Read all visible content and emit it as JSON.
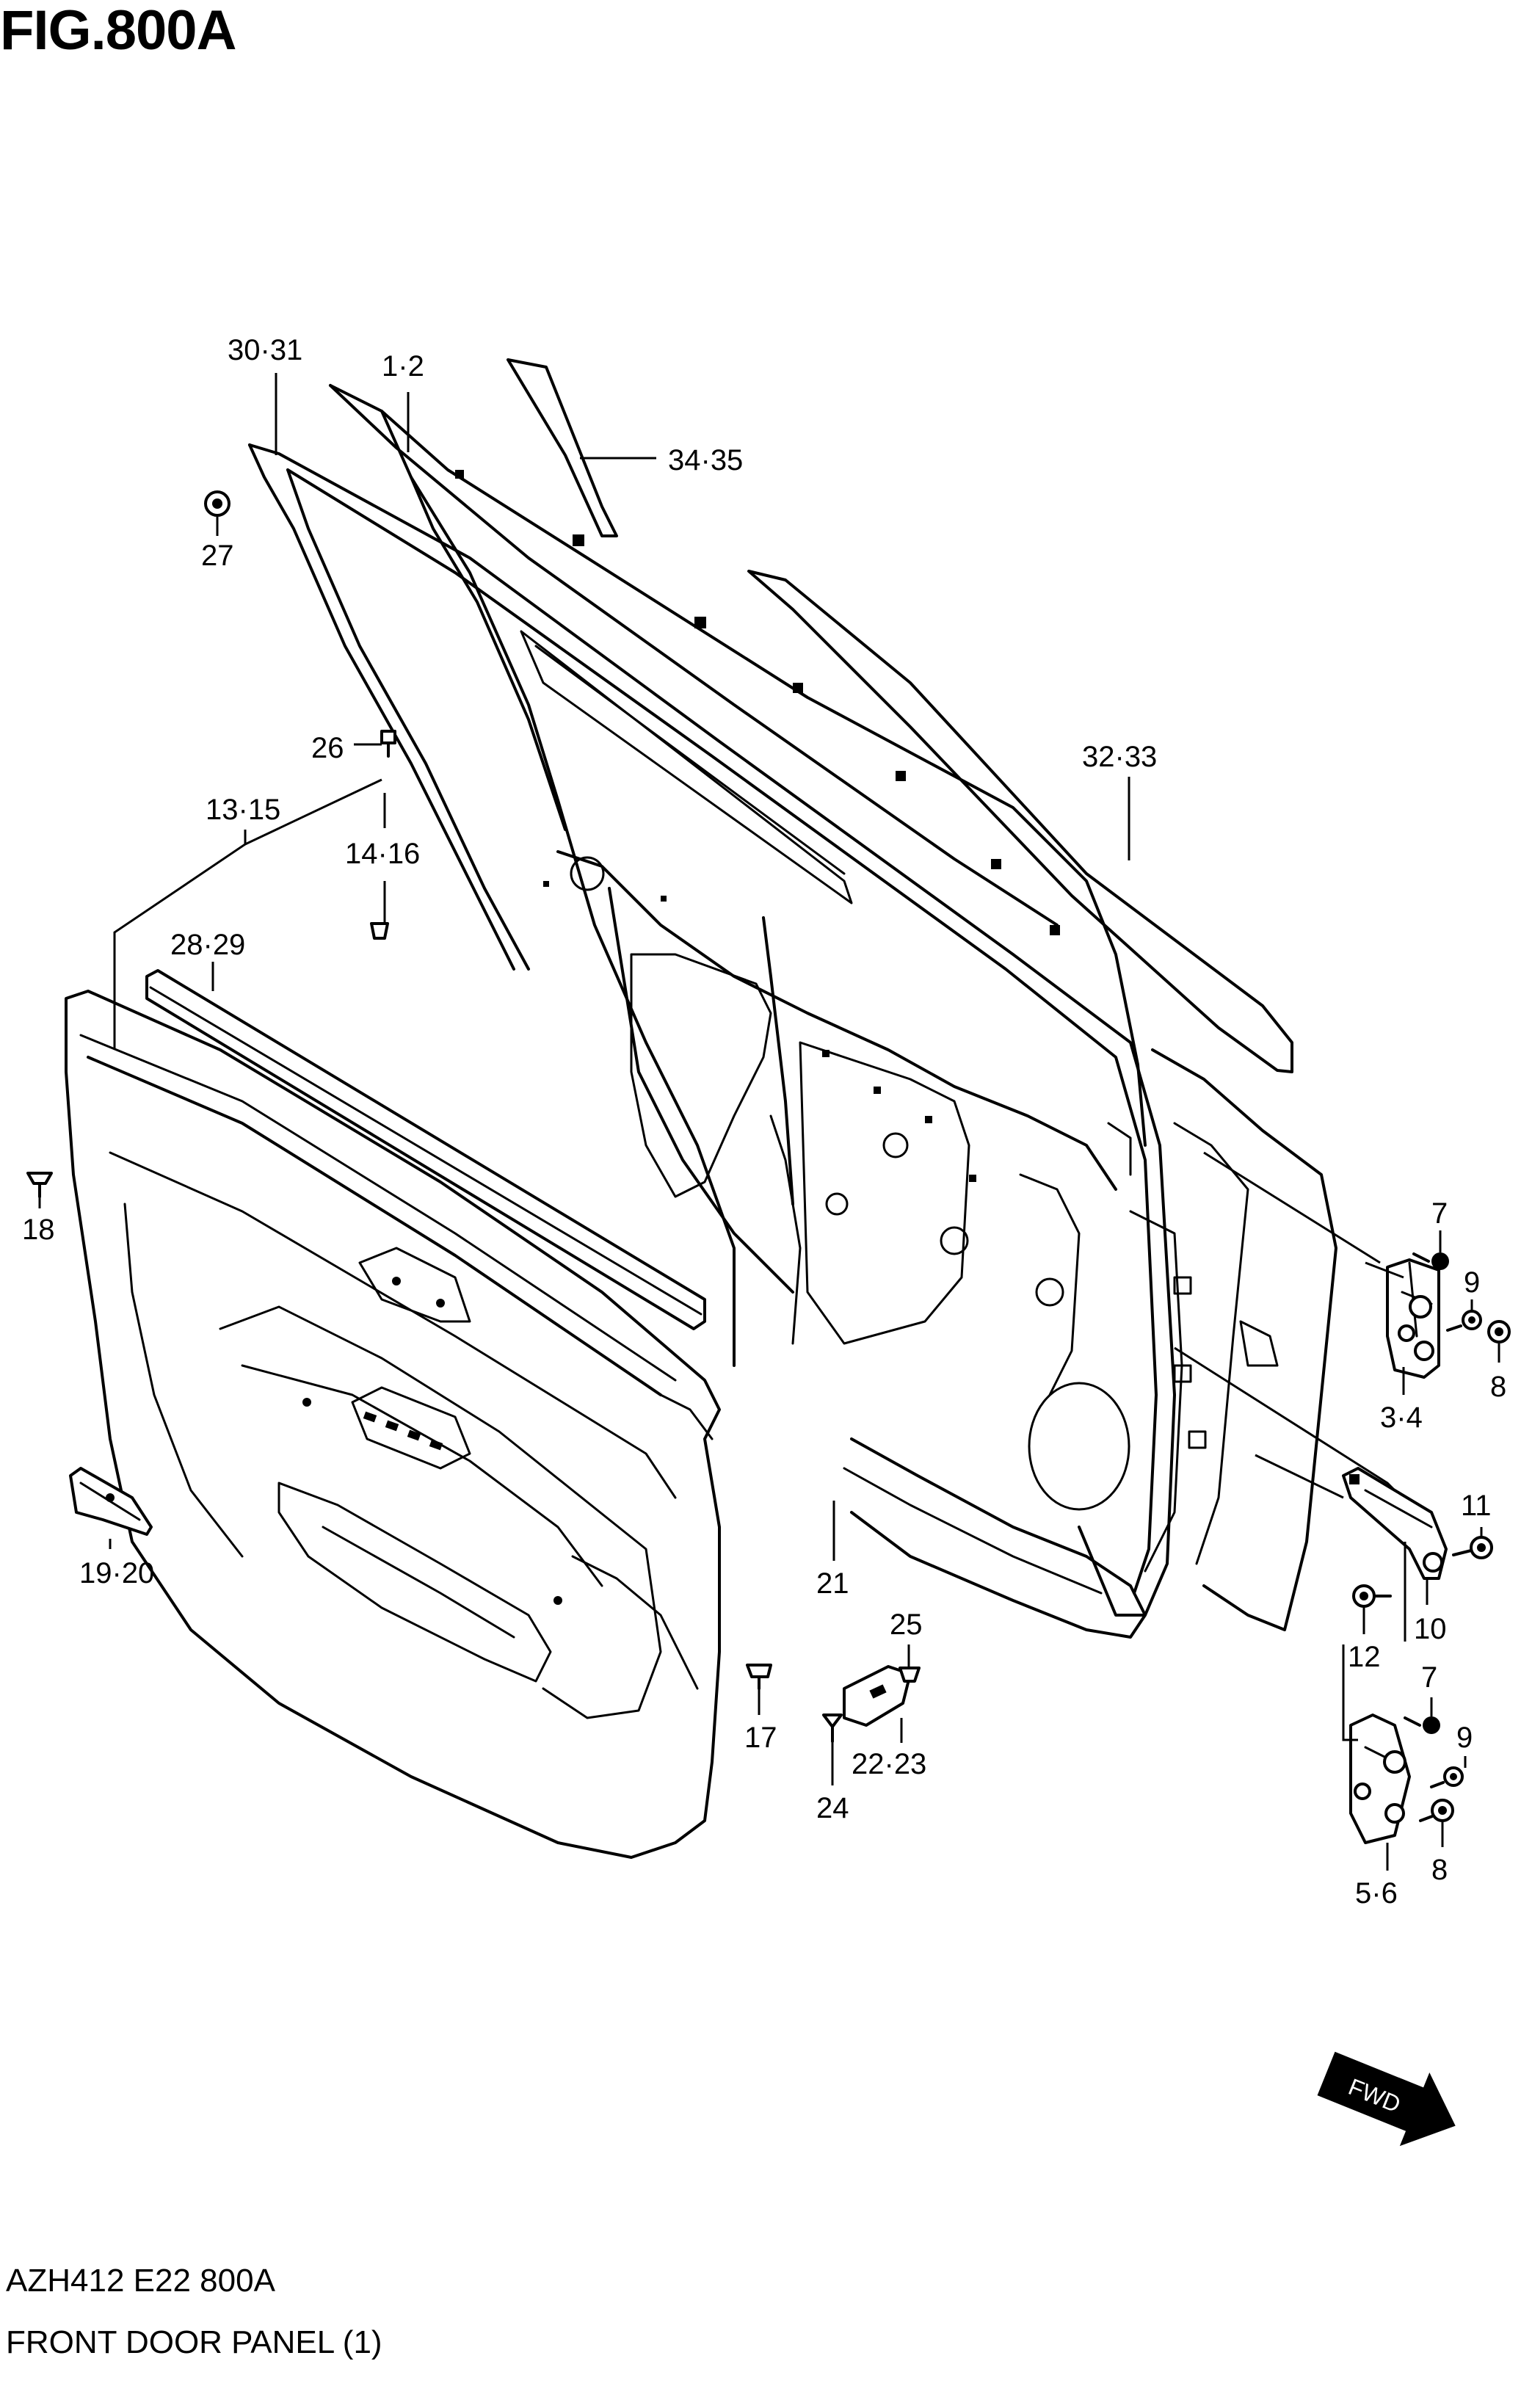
{
  "figure": {
    "title": "FIG.800A",
    "code": "AZH412 E22 800A",
    "name": "FRONT DOOR PANEL (1)",
    "direction_badge": "FWD"
  },
  "callouts": [
    {
      "id": "c1",
      "text": "30·31"
    },
    {
      "id": "c2",
      "text": "1·2"
    },
    {
      "id": "c3",
      "text": "34·35"
    },
    {
      "id": "c4",
      "text": "27"
    },
    {
      "id": "c5",
      "text": "26"
    },
    {
      "id": "c6",
      "text": "13·15"
    },
    {
      "id": "c7",
      "text": "14·16"
    },
    {
      "id": "c8",
      "text": "32·33"
    },
    {
      "id": "c9",
      "text": "28·29"
    },
    {
      "id": "c10",
      "text": "18"
    },
    {
      "id": "c11",
      "text": "7"
    },
    {
      "id": "c12",
      "text": "9"
    },
    {
      "id": "c13",
      "text": "8"
    },
    {
      "id": "c14",
      "text": "3·4"
    },
    {
      "id": "c15",
      "text": "11"
    },
    {
      "id": "c16",
      "text": "10"
    },
    {
      "id": "c17",
      "text": "12"
    },
    {
      "id": "c18",
      "text": "7"
    },
    {
      "id": "c19",
      "text": "9"
    },
    {
      "id": "c20",
      "text": "8"
    },
    {
      "id": "c21",
      "text": "5·6"
    },
    {
      "id": "c22",
      "text": "19·20"
    },
    {
      "id": "c23",
      "text": "21"
    },
    {
      "id": "c24",
      "text": "25"
    },
    {
      "id": "c25",
      "text": "17"
    },
    {
      "id": "c26",
      "text": "22·23"
    },
    {
      "id": "c27",
      "text": "24"
    }
  ]
}
